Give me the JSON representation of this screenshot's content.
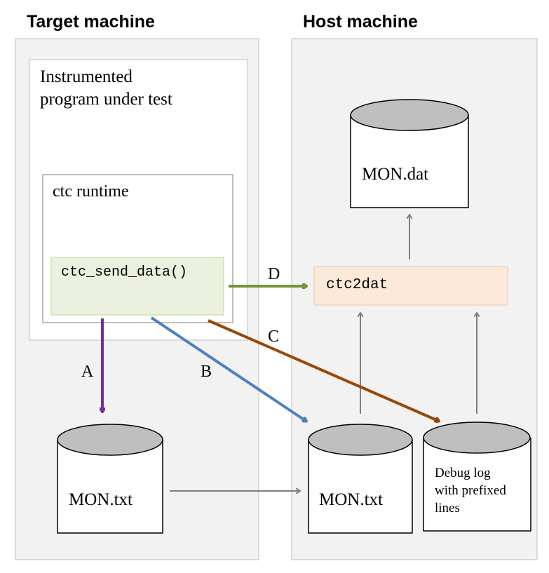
{
  "headers": {
    "target": "Target machine",
    "host": "Host machine"
  },
  "target": {
    "program_line1": "Instrumented",
    "program_line2": "program under test",
    "runtime_label": "ctc runtime",
    "function_label": "ctc_send_data()",
    "mon_txt": "MON.txt"
  },
  "host": {
    "mon_dat": "MON.dat",
    "tool_label": "ctc2dat",
    "mon_txt": "MON.txt",
    "debug_line1": "Debug log",
    "debug_line2": "with prefixed",
    "debug_line3": "lines"
  },
  "arrows": {
    "a": "A",
    "b": "B",
    "c": "C",
    "d": "D"
  },
  "colors": {
    "panel_bg": "#f2f2f2",
    "panel_border": "#bfbfbf",
    "function_bg": "#ebf1de",
    "tool_bg": "#fde9d9",
    "cylinder_top": "#bfbfbf",
    "arrow_a": "#7030a0",
    "arrow_b": "#4f81bd",
    "arrow_c": "#984807",
    "arrow_d": "#77933c",
    "arrow_gray": "#7f7f7f"
  }
}
